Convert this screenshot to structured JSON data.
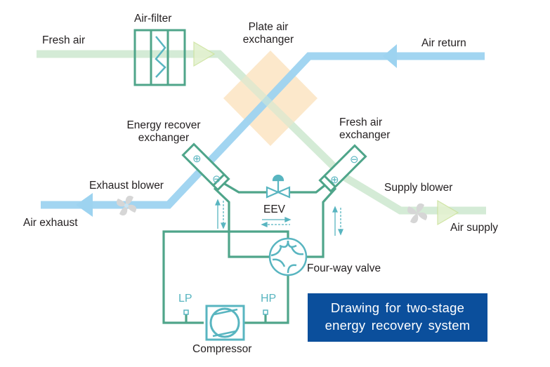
{
  "labels": {
    "fresh_air": "Fresh air",
    "air_filter": "Air-filter",
    "plate_exchanger_line1": "Plate air",
    "plate_exchanger_line2": "exchanger",
    "air_return": "Air return",
    "energy_recover_line1": "Energy recover",
    "energy_recover_line2": "exchanger",
    "fresh_air_exchanger_line1": "Fresh air",
    "fresh_air_exchanger_line2": "exchanger",
    "exhaust_blower": "Exhaust blower",
    "air_exhaust": "Air exhaust",
    "eev": "EEV",
    "supply_blower": "Supply blower",
    "air_supply": "Air supply",
    "four_way_valve": "Four-way valve",
    "lp": "LP",
    "hp": "HP",
    "compressor": "Compressor",
    "plus_sign": "⊕",
    "minus_sign": "⊖"
  },
  "caption": {
    "line1": "Drawing for two-stage",
    "line2": "energy recovery system"
  },
  "colors": {
    "fresh_air_duct": "#d4ebd6",
    "return_air_duct": "#9dd3f0",
    "plate_exchanger": "#fbe4c2",
    "refrigerant_pipe": "#4fa58a",
    "component_teal": "#58b5c0",
    "blower_grey": "#d9d9d9",
    "caption_bg": "#0b4f9c"
  }
}
